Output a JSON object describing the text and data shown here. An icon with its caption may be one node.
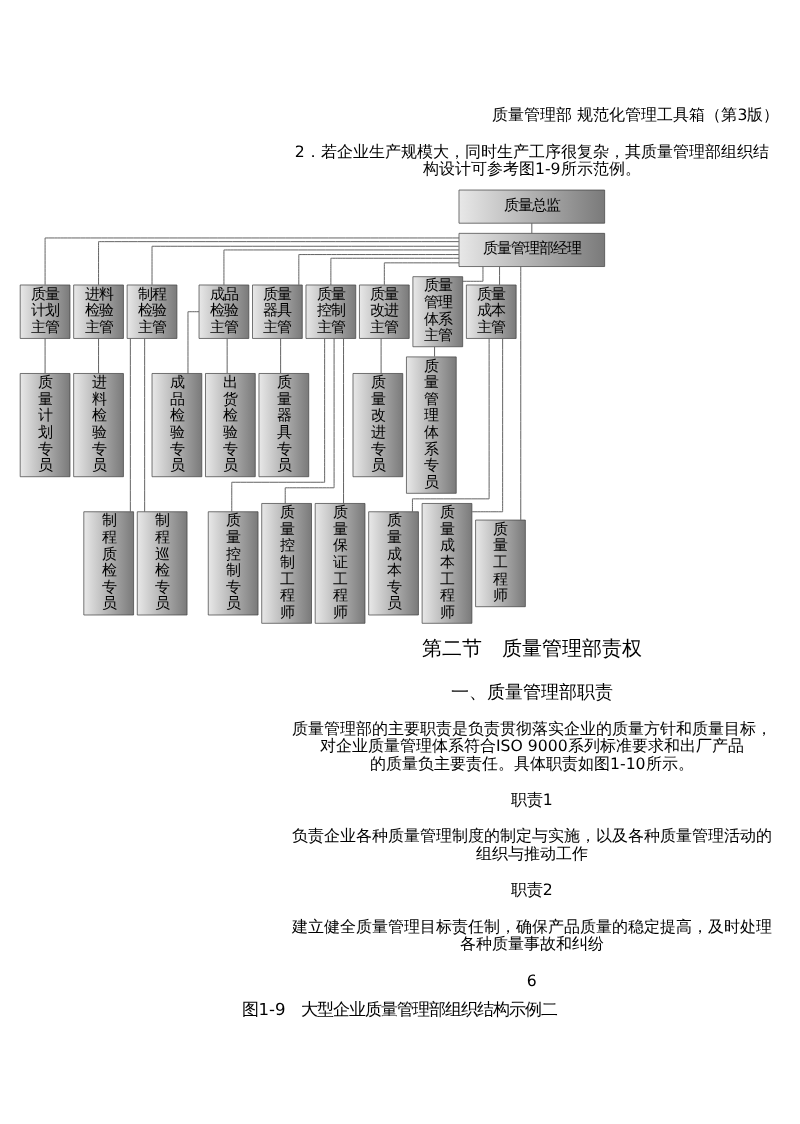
{
  "diagram": {
    "caption": "图1-9　大型企业质量管理部组织结构示例二",
    "nodes": [
      {
        "text": [
          "质量总监"
        ]
      },
      {
        "text": [
          "质量管理部经理"
        ]
      },
      {
        "text": [
          "质量计划主管"
        ]
      },
      {
        "text": [
          "进料检验主管"
        ]
      },
      {
        "text": [
          "制程检验主管"
        ]
      },
      {
        "text": [
          "成品检验主管"
        ]
      },
      {
        "text": [
          "质量器具主管"
        ]
      },
      {
        "text": [
          "质量控制主管"
        ]
      },
      {
        "text": [
          "质量改进主管"
        ]
      },
      {
        "text": [
          "质量管理体系主管"
        ]
      },
      {
        "text": [
          "质量成本主管"
        ]
      },
      {
        "text": [
          "质量计划专员"
        ]
      },
      {
        "text": [
          "进料检验专员"
        ]
      },
      {
        "text": [
          "成品检验专员"
        ]
      },
      {
        "text": [
          "出货检验专员"
        ]
      },
      {
        "text": [
          "质量器具专员"
        ]
      },
      {
        "text": [
          "质量改进专员"
        ]
      },
      {
        "text": [
          "质量管理体系专员"
        ]
      },
      {
        "text": [
          "质量工程师"
        ]
      },
      {
        "text": [
          "制程质检专员"
        ]
      },
      {
        "text": [
          "制程巡检专员"
        ]
      },
      {
        "text": [
          "质量控制专员"
        ]
      },
      {
        "text": [
          "质量控制工程师"
        ]
      },
      {
        "text": [
          "质量保证工程师"
        ]
      },
      {
        "text": [
          "质量成本专员"
        ]
      },
      {
        "text": [
          "质量成本工程师"
        ]
      }
    ],
    "edges": [
      {
        "from": 0,
        "to": 1,
        "arrow": "none"
      },
      {
        "from": 1,
        "to": 2,
        "arrow": "none"
      },
      {
        "from": 1,
        "to": 3,
        "arrow": "none"
      },
      {
        "from": 1,
        "to": 4,
        "arrow": "none"
      },
      {
        "from": 1,
        "to": 5,
        "arrow": "none"
      },
      {
        "from": 1,
        "to": 6,
        "arrow": "none"
      },
      {
        "from": 1,
        "to": 7,
        "arrow": "none"
      },
      {
        "from": 1,
        "to": 8,
        "arrow": "none"
      },
      {
        "from": 1,
        "to": 9,
        "arrow": "none"
      },
      {
        "from": 1,
        "to": 10,
        "arrow": "none"
      },
      {
        "from": 1,
        "to": 18,
        "arrow": "none"
      },
      {
        "from": 2,
        "to": 11,
        "arrow": "none"
      },
      {
        "from": 3,
        "to": 12,
        "arrow": "none"
      },
      {
        "from": 4,
        "to": 19,
        "arrow": "none"
      },
      {
        "from": 4,
        "to": 20,
        "arrow": "none"
      },
      {
        "from": 5,
        "to": 13,
        "arrow": "none"
      },
      {
        "from": 5,
        "to": 14,
        "arrow": "none"
      },
      {
        "from": 6,
        "to": 15,
        "arrow": "none"
      },
      {
        "from": 7,
        "to": 21,
        "arrow": "none"
      },
      {
        "from": 7,
        "to": 22,
        "arrow": "none"
      },
      {
        "from": 7,
        "to": 23,
        "arrow": "none"
      },
      {
        "from": 8,
        "to": 16,
        "arrow": "none"
      },
      {
        "from": 9,
        "to": 17,
        "arrow": "none"
      },
      {
        "from": 10,
        "to": 24,
        "arrow": "none"
      },
      {
        "from": 10,
        "to": 25,
        "arrow": "none"
      }
    ],
    "labels": [
      "质量管理部",
      "规范化管理工具箱（第3版）",
      "2．若企业生产规模大，同时生产工序很复杂，其质量管理部组织结构设计可参考图1-9所示范例。",
      "第二节　质量管理部责权",
      "一、质量管理部职责",
      "质量管理部的主要职责是负责贯彻落实企业的质量方针和质量目标，对企业质量管理体系符合ISO 9000系列标准要求和出厂产品的质量负主要责任。具体职责如图1-10所示。",
      "职责1",
      "负责企业各种质量管理制度的制定与实施，以及各种质量管理活动的组织与推动工作",
      "职责2",
      "建立健全质量管理目标责任制，确保产品质量的稳定提高，及时处理各种质量事故和纠纷",
      "6"
    ]
  }
}
